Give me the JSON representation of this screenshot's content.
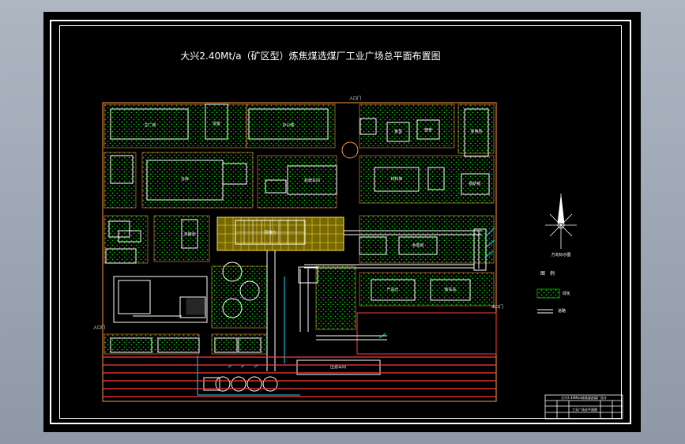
{
  "title": "大兴2.40Mt/a（矿区型）炼焦煤选煤厂工业广场总平面布置图",
  "north_label": "方向标示图",
  "legend": {
    "heading": "图　例",
    "green_label": "绿化",
    "road_label": "道路"
  },
  "gates": [
    "入口门",
    "出口门",
    "入口门"
  ],
  "buildings": [
    {
      "id": "b1",
      "label": ""
    },
    {
      "id": "b2",
      "label": "主厂房"
    },
    {
      "id": "b3",
      "label": "办公楼"
    },
    {
      "id": "b4",
      "label": "浴室"
    },
    {
      "id": "b5",
      "label": "食堂"
    },
    {
      "id": "b6",
      "label": "宿舍"
    },
    {
      "id": "b7",
      "label": "变电所"
    },
    {
      "id": "b8",
      "label": "仓库"
    },
    {
      "id": "b9",
      "label": "机修车间"
    },
    {
      "id": "b10",
      "label": "材料库"
    },
    {
      "id": "b11",
      "label": "锅炉房"
    },
    {
      "id": "b12",
      "label": "浓缩池"
    },
    {
      "id": "b13",
      "label": "原煤仓"
    },
    {
      "id": "b14",
      "label": "产品仓"
    },
    {
      "id": "b15",
      "label": "装车站"
    },
    {
      "id": "b16",
      "label": "压滤车间"
    },
    {
      "id": "b17",
      "label": "水泵房"
    }
  ],
  "title_block": {
    "top": "大兴2.40Mt/a炼焦煤选煤厂设计",
    "mid": "工业广场总平面图"
  },
  "colors": {
    "bg": "#000000",
    "outline": "#ffffff",
    "site": "#ff9a3c",
    "green": "#00c800",
    "cyan": "#00e5ff",
    "rail": "#ff3b3b",
    "grid": "#ffe14d"
  }
}
